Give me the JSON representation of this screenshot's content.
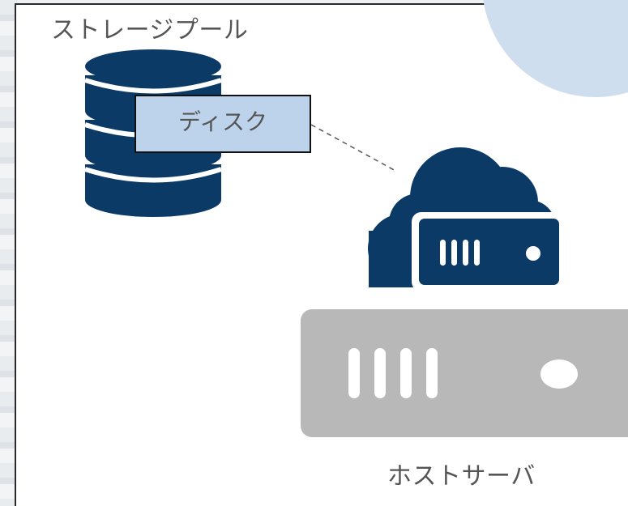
{
  "labels": {
    "storage_pool": "ストレージプール",
    "disk": "ディスク",
    "host_server": "ホストサーバ"
  },
  "colors": {
    "navy": "#0b3a66",
    "disk_box_fill": "#bdd3ec",
    "server_gray": "#b8b8b8",
    "deco_circle": "#cfdeef",
    "text": "#555555"
  },
  "icons": {
    "storage_pool": "database-icon",
    "cloud_server": "cloud-server-icon",
    "host_server": "server-icon"
  }
}
